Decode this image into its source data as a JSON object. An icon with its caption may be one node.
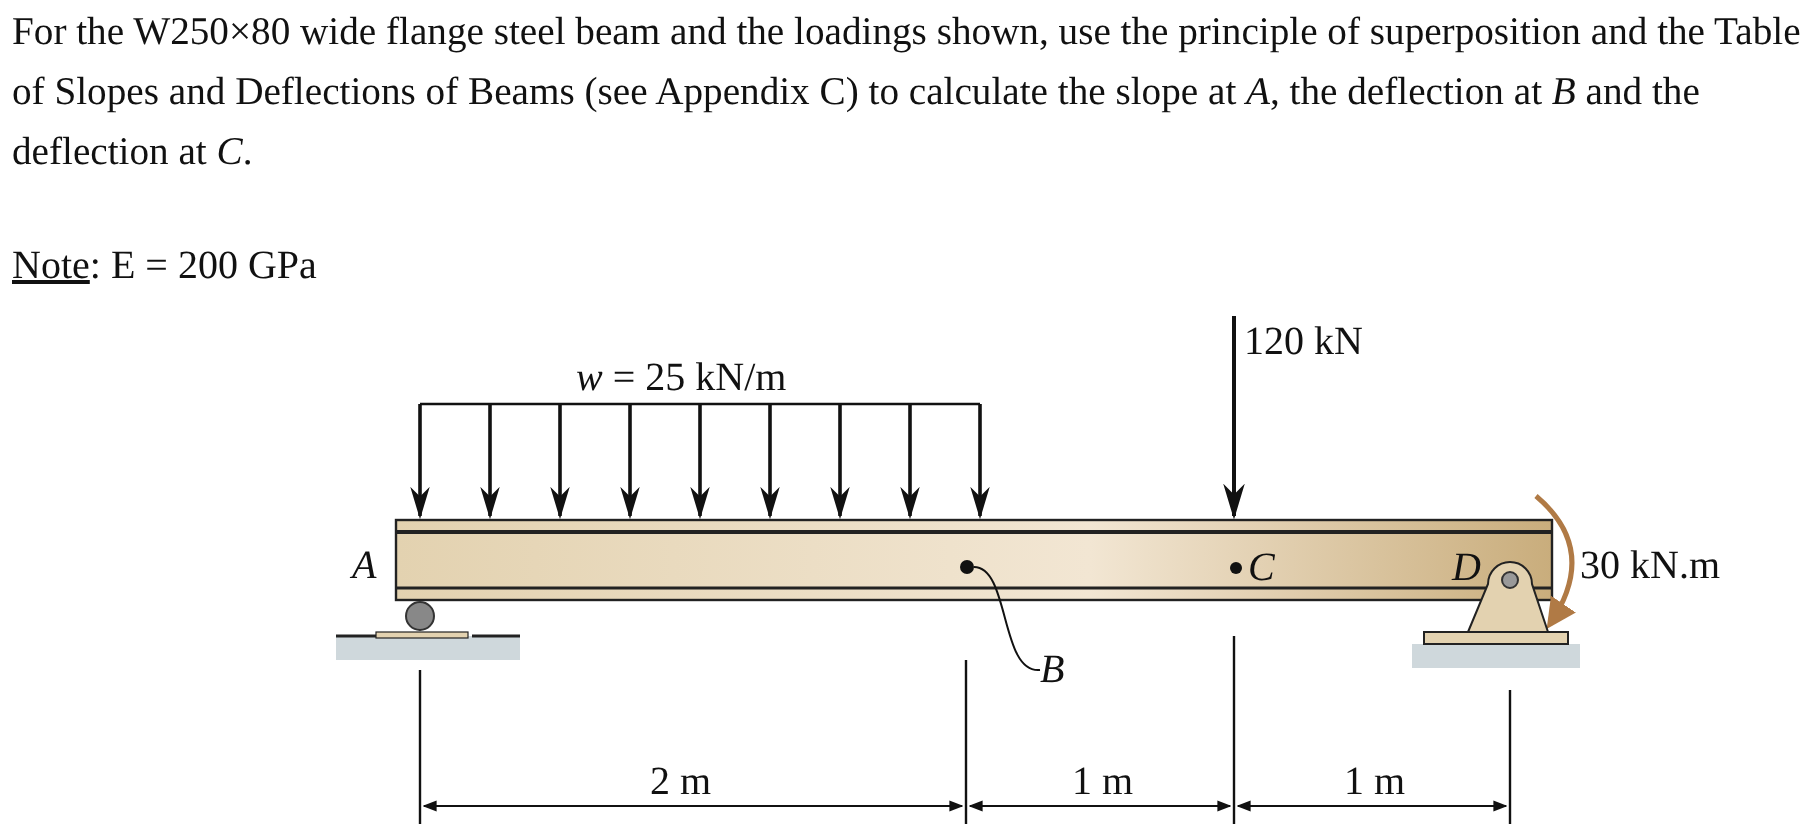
{
  "diagram": {
    "nodes": [
      {
        "text": [
          "B"
        ]
      },
      {
        "text": [],
        "shape": "circle"
      }
    ],
    "edges": [
      {
        "from": 0,
        "to": 1,
        "arrow": "none"
      }
    ],
    "labels": [
      "For the W250×80 wide flange steel beam and the loadings shown, use the principle of superposition and the Table of Slopes and Deflections of Beams (see Appendix C) to calculate the slope at *A*, the deflection at *B* and the deflection at *C*.",
      "Note: E = 200 GPa",
      "*w* = 25 kN/m",
      "120 kN",
      "A",
      "C",
      "D",
      "30 kN.m",
      "2 m",
      "1 m",
      "1 m"
    ]
  }
}
